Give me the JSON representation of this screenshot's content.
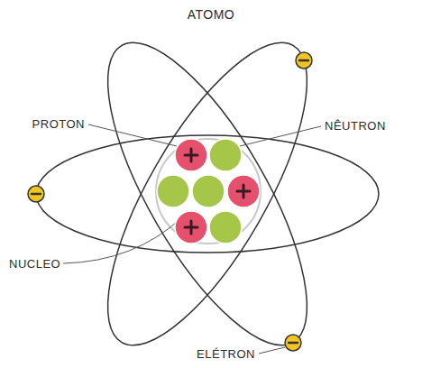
{
  "diagram": {
    "title": "ATOMO",
    "labels": [
      "PROTON",
      "NÊUTRON",
      "NUCLEO",
      "ELÉTRON"
    ]
  }
}
